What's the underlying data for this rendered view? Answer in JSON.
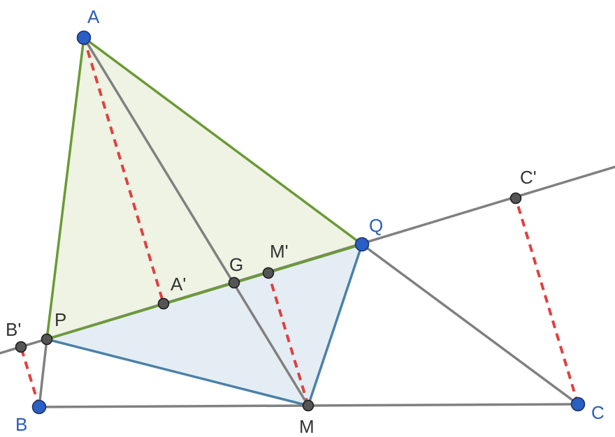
{
  "colors": {
    "gray_line": "#808080",
    "green_edge": "#6b9a35",
    "green_fill": "#eef3e4",
    "blue_edge": "#4a81a8",
    "blue_fill": "#e5edf4",
    "red_dash": "#e04040",
    "blue_point": "#2a5fc4",
    "gray_point": "#555555",
    "blue_label": "#2a5bb8",
    "gray_label": "#333333"
  },
  "points": {
    "A": {
      "label": "A",
      "kind": "free"
    },
    "B": {
      "label": "B",
      "kind": "free"
    },
    "C": {
      "label": "C",
      "kind": "free"
    },
    "Q": {
      "label": "Q",
      "kind": "free"
    },
    "P": {
      "label": "P",
      "kind": "derived"
    },
    "G": {
      "label": "G",
      "kind": "derived"
    },
    "M": {
      "label": "M",
      "kind": "derived"
    },
    "A_prime": {
      "label": "A'",
      "kind": "derived"
    },
    "B_prime": {
      "label": "B'",
      "kind": "derived"
    },
    "C_prime": {
      "label": "C'",
      "kind": "derived"
    },
    "M_prime": {
      "label": "M'",
      "kind": "derived"
    }
  }
}
